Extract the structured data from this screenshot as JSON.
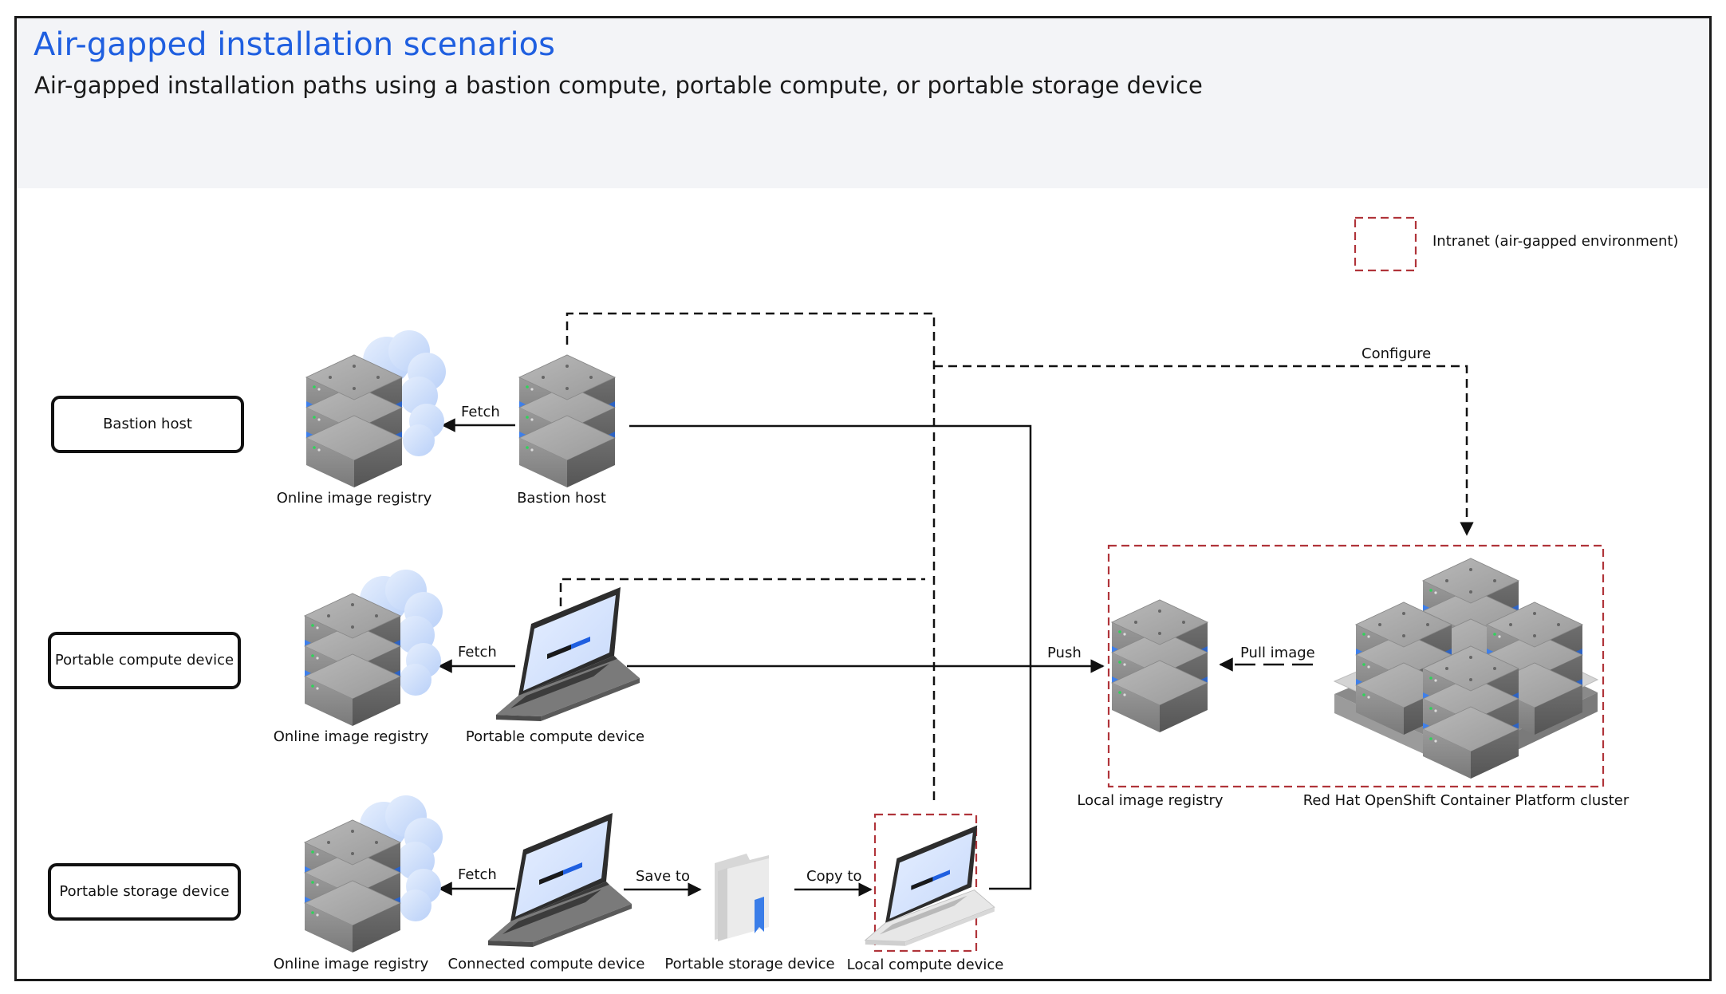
{
  "title": "Air-gapped installation scenarios",
  "subtitle": "Air-gapped installation paths using a bastion compute, portable compute, or portable storage device",
  "legend": {
    "label": "Intranet (air-gapped environment)"
  },
  "rows": {
    "bastion": {
      "box": "Bastion host",
      "registry": "Online image registry",
      "device": "Bastion host",
      "fetch": "Fetch"
    },
    "compute": {
      "box": "Portable compute device",
      "registry": "Online image registry",
      "device": "Portable compute device",
      "fetch": "Fetch"
    },
    "storage": {
      "box": "Portable storage device",
      "registry": "Online image registry",
      "device": "Connected compute device",
      "fetch": "Fetch",
      "save_to": "Save to",
      "storage_device": "Portable storage device",
      "copy_to": "Copy to",
      "local_device": "Local compute device"
    }
  },
  "right": {
    "configure": "Configure",
    "push": "Push",
    "pull_image": "Pull image",
    "local_registry": "Local image registry",
    "cluster": "Red Hat OpenShift Container Platform cluster"
  },
  "colors": {
    "title": "#1f5fe0",
    "header_bg": "#f3f4f7",
    "intranet_border": "#b0343a",
    "server_accent": "#4f8ff0",
    "cloud": "#cfe0fb"
  }
}
